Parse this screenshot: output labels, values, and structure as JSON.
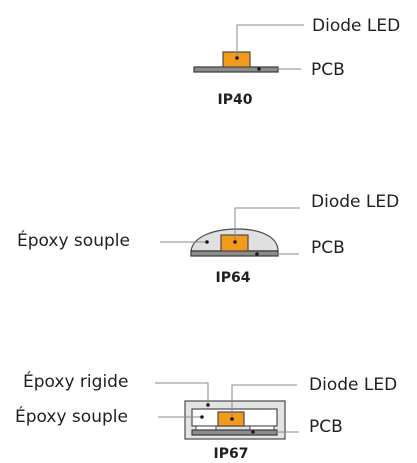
{
  "diagram": {
    "ip40": {
      "title": "IP40",
      "diode_label": "Diode LED",
      "pcb_label": "PCB"
    },
    "ip64": {
      "title": "IP64",
      "diode_label": "Diode LED",
      "pcb_label": "PCB",
      "epoxy_label": "Époxy souple"
    },
    "ip67": {
      "title": "IP67",
      "diode_label": "Diode LED",
      "pcb_label": "PCB",
      "epoxy_rigid_label": "Époxy rigide",
      "epoxy_soft_label": "Époxy souple"
    }
  },
  "colors": {
    "diode": "#f29a1a",
    "pcb": "#8c8c8c",
    "soft_epoxy": "#e0e0e0",
    "rigid_epoxy": "#e3e3e3"
  }
}
